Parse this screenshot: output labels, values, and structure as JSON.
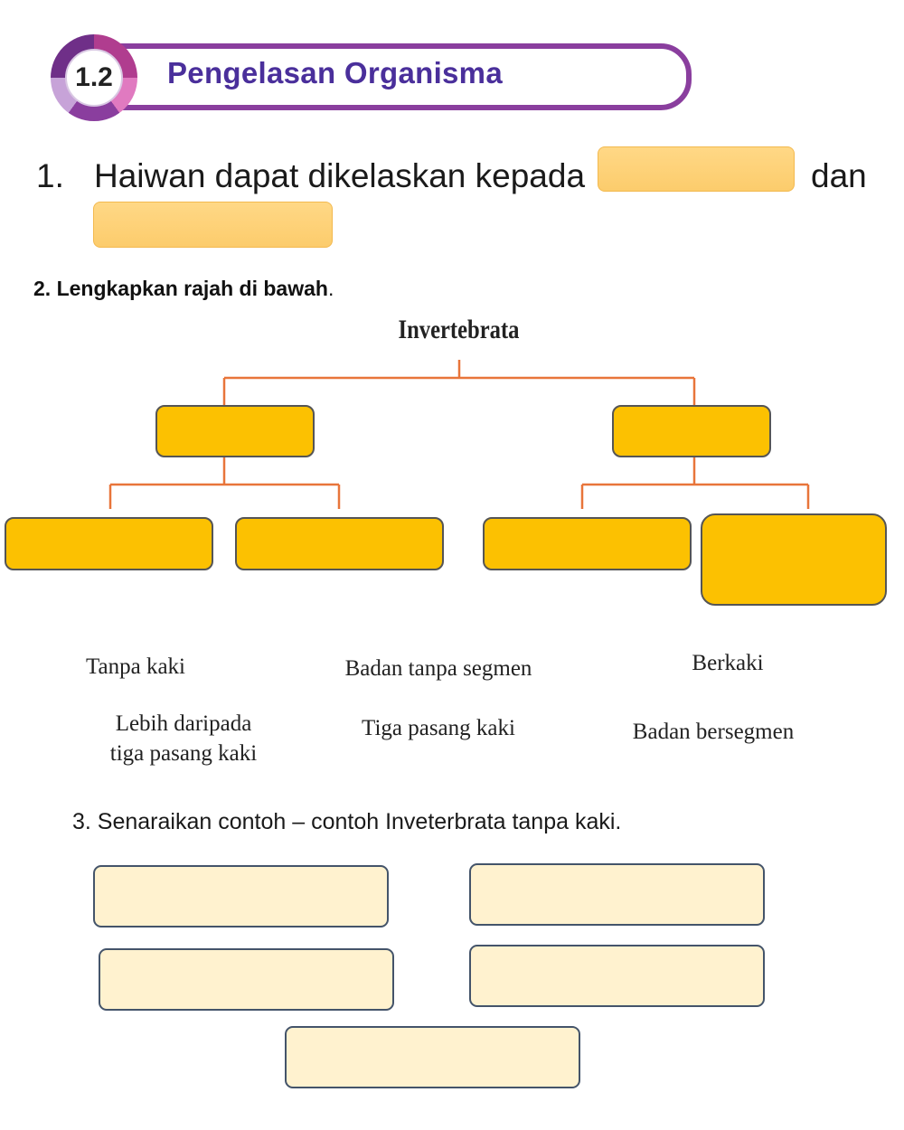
{
  "header": {
    "section_number": "1.2",
    "title": "Pengelasan Organisma"
  },
  "question1": {
    "number": "1.",
    "text_before": "Haiwan dapat dikelaskan kepada",
    "text_between": "dan"
  },
  "question2": {
    "instruction": "2. Lengkapkan rajah di bawah",
    "punctuation": ".",
    "diagram_title": "Invertebrata",
    "options": [
      "Tanpa kaki",
      "Badan tanpa segmen",
      "Berkaki",
      "Lebih daripada",
      "tiga pasang kaki",
      "Tiga pasang kaki",
      "Badan bersegmen"
    ]
  },
  "question3": {
    "instruction": "3. Senaraikan contoh – contoh Inveterbrata tanpa kaki."
  },
  "colors": {
    "banner_border": "#8a3e9e",
    "title_text": "#4a2f9b",
    "connector_line": "#e8753a",
    "diagram_box": "#fcc101",
    "answer_box_q1": "#ffd27a",
    "answer_box_q3": "#fff2cf"
  }
}
